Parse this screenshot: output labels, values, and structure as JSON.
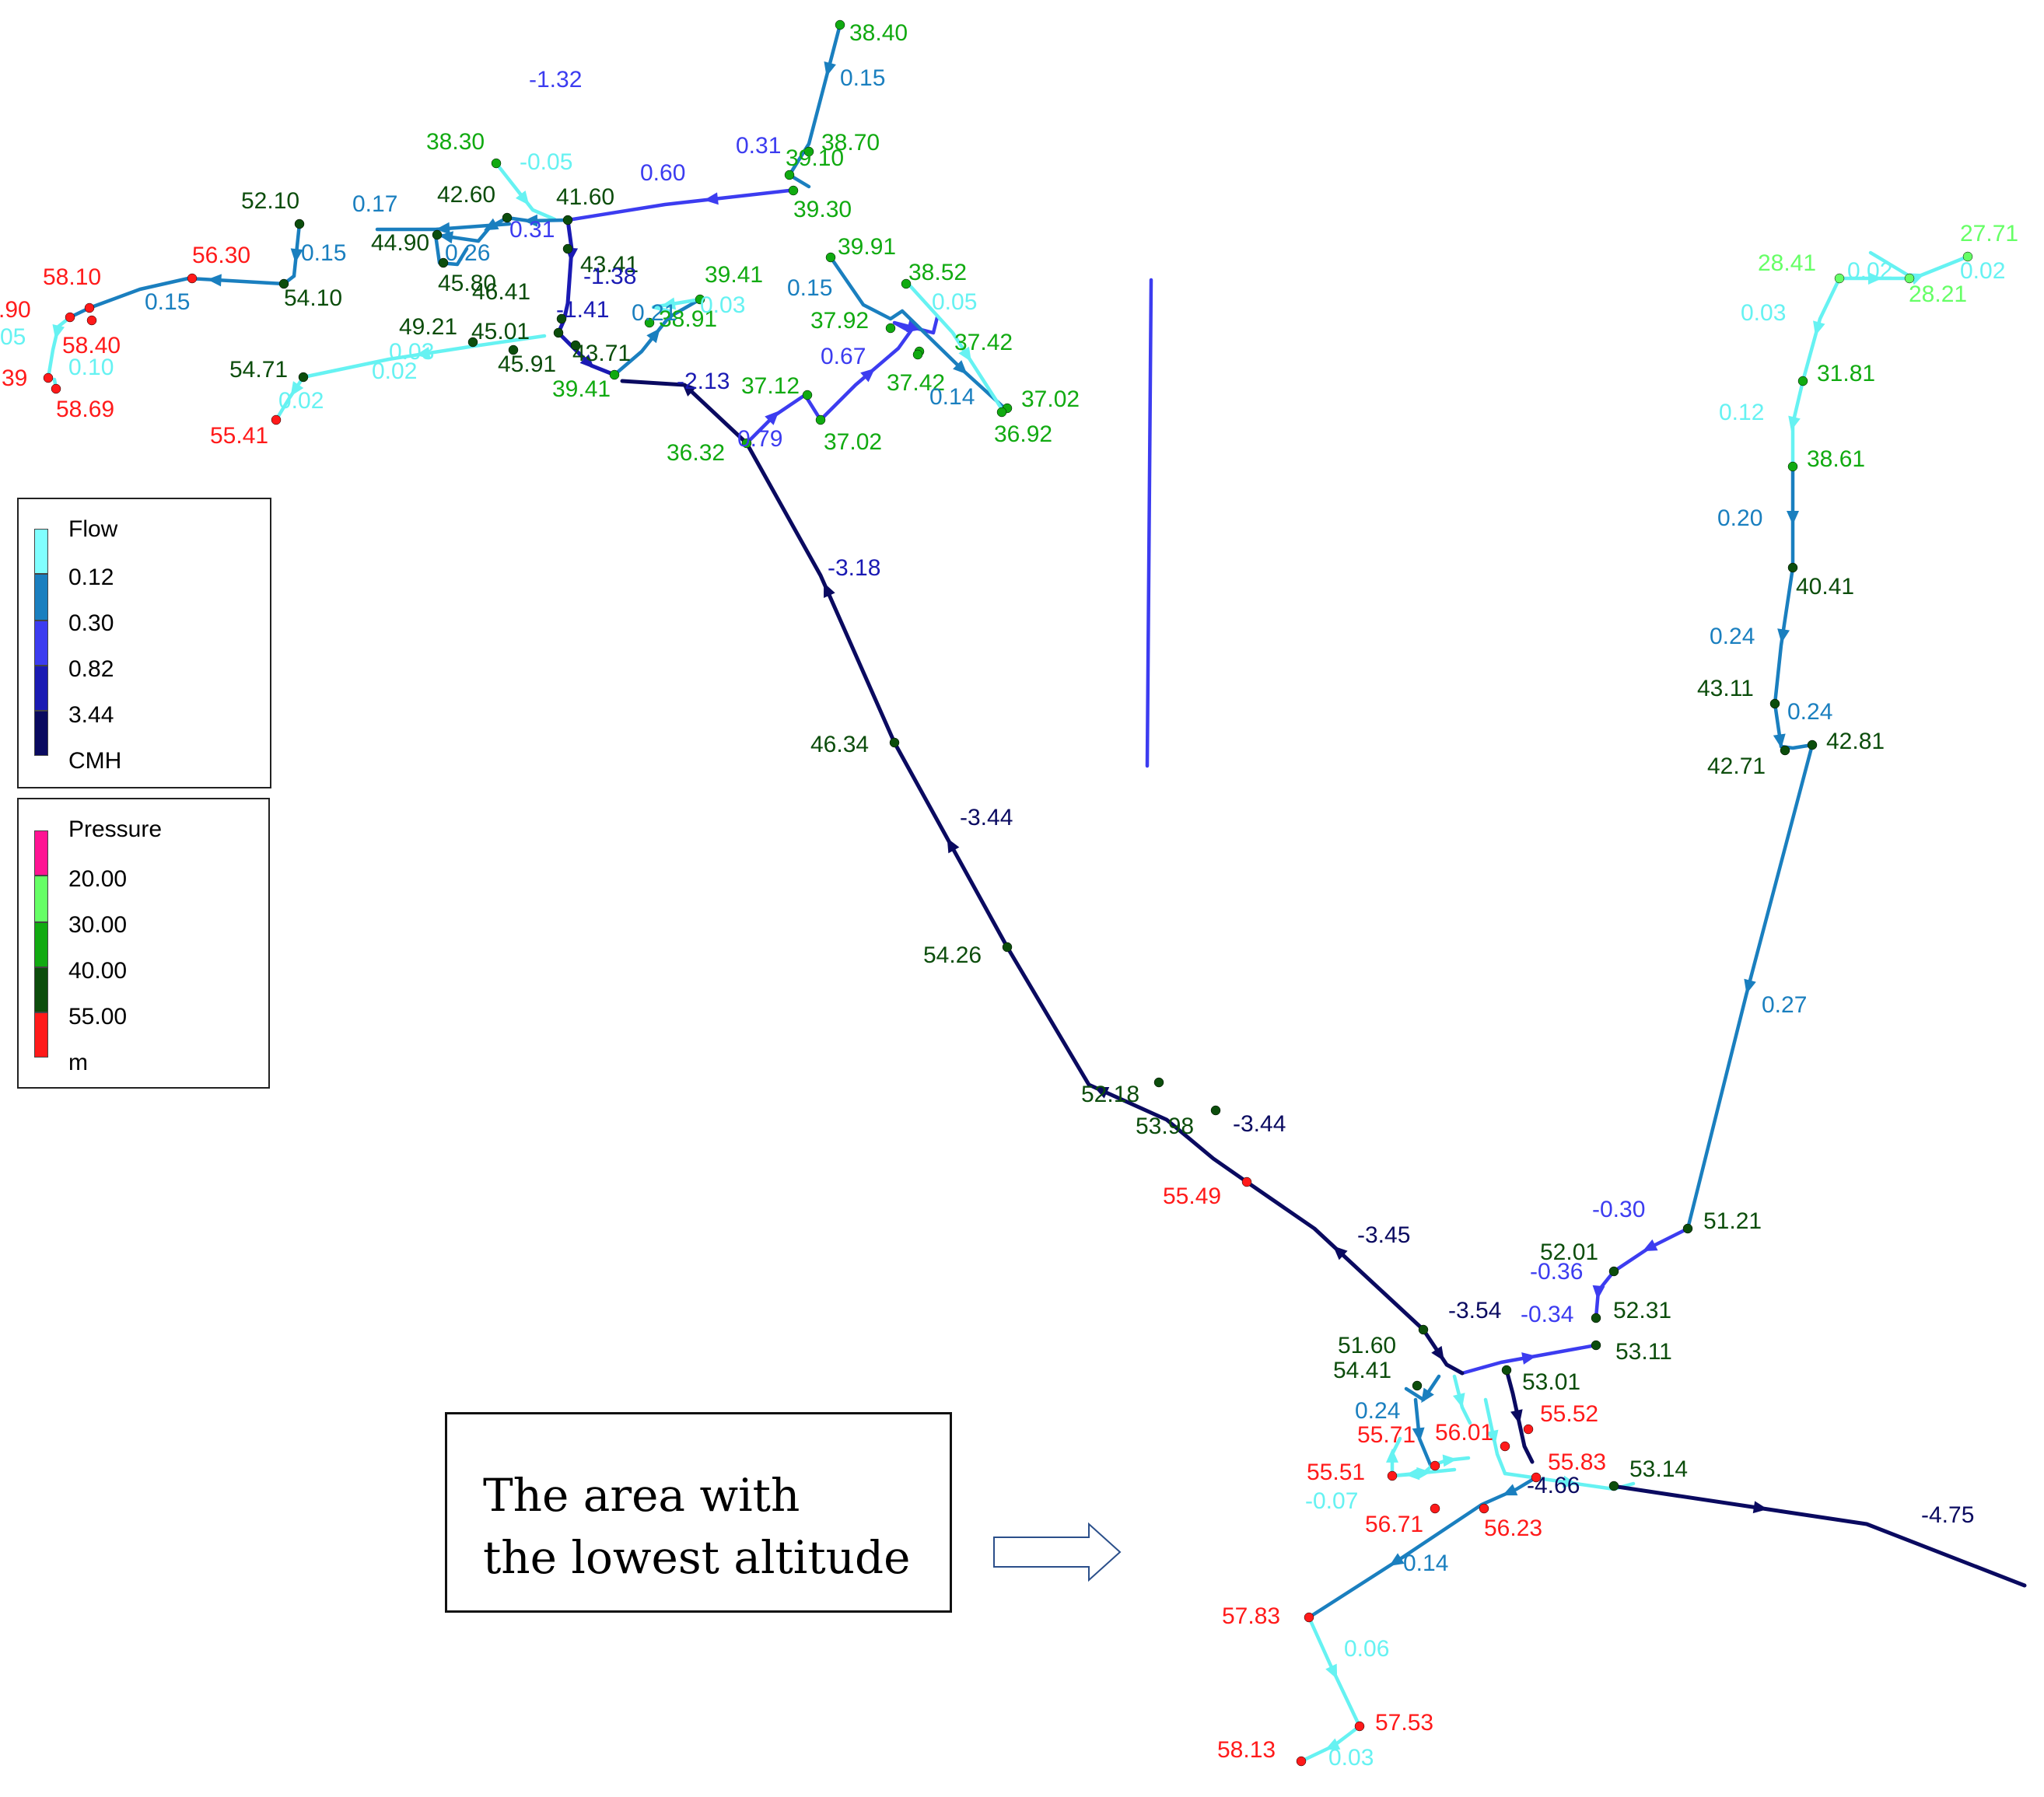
{
  "legends": {
    "flow": {
      "title": "Flow",
      "ticks": [
        "0.12",
        "0.30",
        "0.82",
        "3.44",
        "CMH"
      ],
      "colors": [
        "#80ffff",
        "#1a7fbf",
        "#3c3cf0",
        "#1a1ab3",
        "#0a0a60"
      ]
    },
    "pressure": {
      "title": "Pressure",
      "ticks": [
        "20.00",
        "30.00",
        "40.00",
        "55.00",
        "m"
      ],
      "colors": [
        "#ff1493",
        "#66ff66",
        "#11aa11",
        "#0c4d0c",
        "#ff1a1a"
      ]
    }
  },
  "callout": {
    "line1": "The area with",
    "line2": "the lowest altitude",
    "arrow_icon": "hollow-right-arrow"
  },
  "color_classes": {
    "flow": {
      "c": "#66f2f2",
      "b": "#1a7fbf",
      "p": "#3c3cf0",
      "d": "#1a1ab3",
      "n": "#0a0a60"
    },
    "pressure": {
      "l": "#66ff66",
      "g": "#11aa11",
      "k": "#0c4d0c",
      "r": "#ff1a1a"
    }
  },
  "junction_pressures": [
    "38.40",
    "38.70",
    "39.10",
    "39.30",
    "38.30",
    "41.60",
    "42.60",
    "44.90",
    "45.80",
    "43.41",
    "52.10",
    "56.30",
    "54.10",
    "58.10",
    "58.40",
    ".90",
    "58.69",
    "39",
    "46.41",
    "45.01",
    "49.21",
    "45.91",
    "43.71",
    "38.91",
    "39.41",
    "39.41",
    "54.71",
    "55.41",
    "39.91",
    "38.52",
    "37.92",
    "37.42",
    "37.42",
    "37.12",
    "37.02",
    "36.32",
    "37.02",
    "36.92",
    "27.71",
    "28.41",
    "28.21",
    "31.81",
    "38.61",
    "40.41",
    "43.11",
    "42.71",
    "42.81",
    "46.34",
    "54.26",
    "52.18",
    "53.98",
    "55.49",
    "51.60",
    "51.21",
    "52.01",
    "52.31",
    "53.11",
    "54.41",
    "53.01",
    "55.52",
    "56.01",
    "55.71",
    "55.51",
    "56.71",
    "55.83",
    "56.23",
    "53.14",
    "57.83",
    "57.53",
    "58.13"
  ],
  "pipe_flows": [
    "-1.32",
    "0.15",
    "0.31",
    "-0.05",
    "0.60",
    "0.17",
    "0.31",
    "0.26",
    "0.15",
    "0.15",
    "-1.38",
    "-1.41",
    "0.03",
    "0.21",
    "0.02",
    "0.03",
    "0.02",
    "05",
    "0.10",
    "-2.13",
    "0.15",
    "0.05",
    "0.67",
    "0.79",
    "0.14",
    "0.02",
    "0.02",
    "0.03",
    "0.12",
    "0.20",
    "0.24",
    "0.24",
    "-3.18",
    "-3.44",
    "-3.44",
    "-3.45",
    "0.27",
    "-0.30",
    "-0.36",
    "-0.34",
    "-3.54",
    "0.24",
    "-0.07",
    "-4.66",
    "-4.75",
    "0.14",
    "0.06",
    "0.03"
  ]
}
